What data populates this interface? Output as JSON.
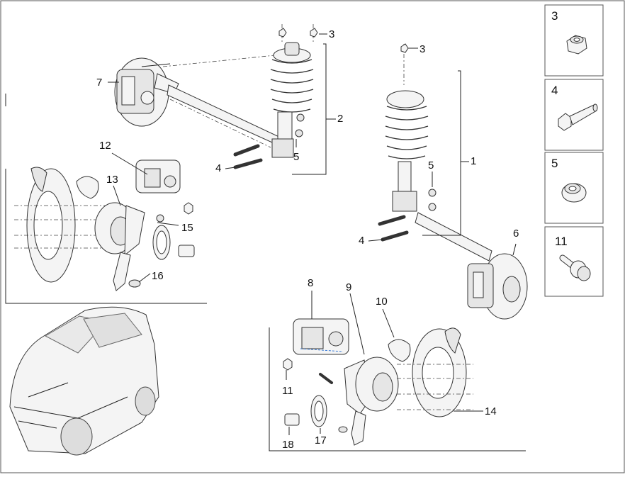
{
  "callouts": {
    "c1": "1",
    "c2": "2",
    "c3a": "3",
    "c3b": "3",
    "c4a": "4",
    "c4b": "4",
    "c5a": "5",
    "c5b": "5",
    "c6": "6",
    "c7": "7",
    "c8": "8",
    "c9": "9",
    "c10": "10",
    "c11": "11",
    "c12": "12",
    "c13": "13",
    "c14": "14",
    "c15": "15",
    "c16": "16",
    "c17": "17",
    "c18": "18"
  },
  "legend": [
    {
      "number": "3",
      "icon": "nut-icon"
    },
    {
      "number": "4",
      "icon": "bolt-icon"
    },
    {
      "number": "5",
      "icon": "collar-nut-icon"
    },
    {
      "number": "11",
      "icon": "flange-bolt-icon"
    }
  ]
}
